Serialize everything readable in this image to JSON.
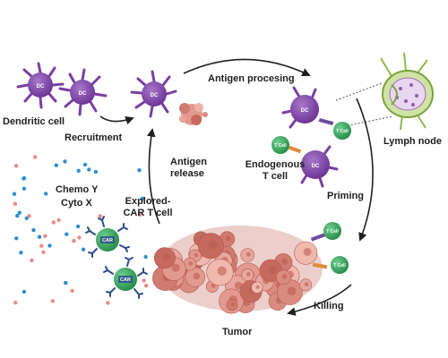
{
  "labels": {
    "dendritic_cell": "Dendritic cell",
    "recruitment": "Recruitment",
    "antigen_processing": "Antigen procesing",
    "lymph_node": "Lymph node",
    "endogenous_line1": "Endogenous",
    "endogenous_line2": "T cell",
    "antigen_release_line1": "Antigen",
    "antigen_release_line2": "release",
    "chemo": "Chemo Y",
    "cyto": "Cyto X",
    "explored_line1": "Explored-",
    "explored_line2": "CAR T cell",
    "priming": "Priming",
    "killing": "Killing",
    "tumor": "Tumor"
  },
  "cell_text": {
    "dc": "DC",
    "t_cell": "T Cell",
    "car": "CAR"
  },
  "colors": {
    "dc_purple": "#7b3fa0",
    "dc_light": "#a36bc7",
    "t_cell_green": "#2e9d57",
    "tumor_pink": "#d98b7f",
    "tumor_dark": "#b55a50",
    "lymph_green": "#8dbb4a",
    "dot_blue": "#2f8fcf",
    "dot_pink": "#e68c86",
    "car_blue": "#2c4f88",
    "arrow": "#1f1f1f"
  }
}
